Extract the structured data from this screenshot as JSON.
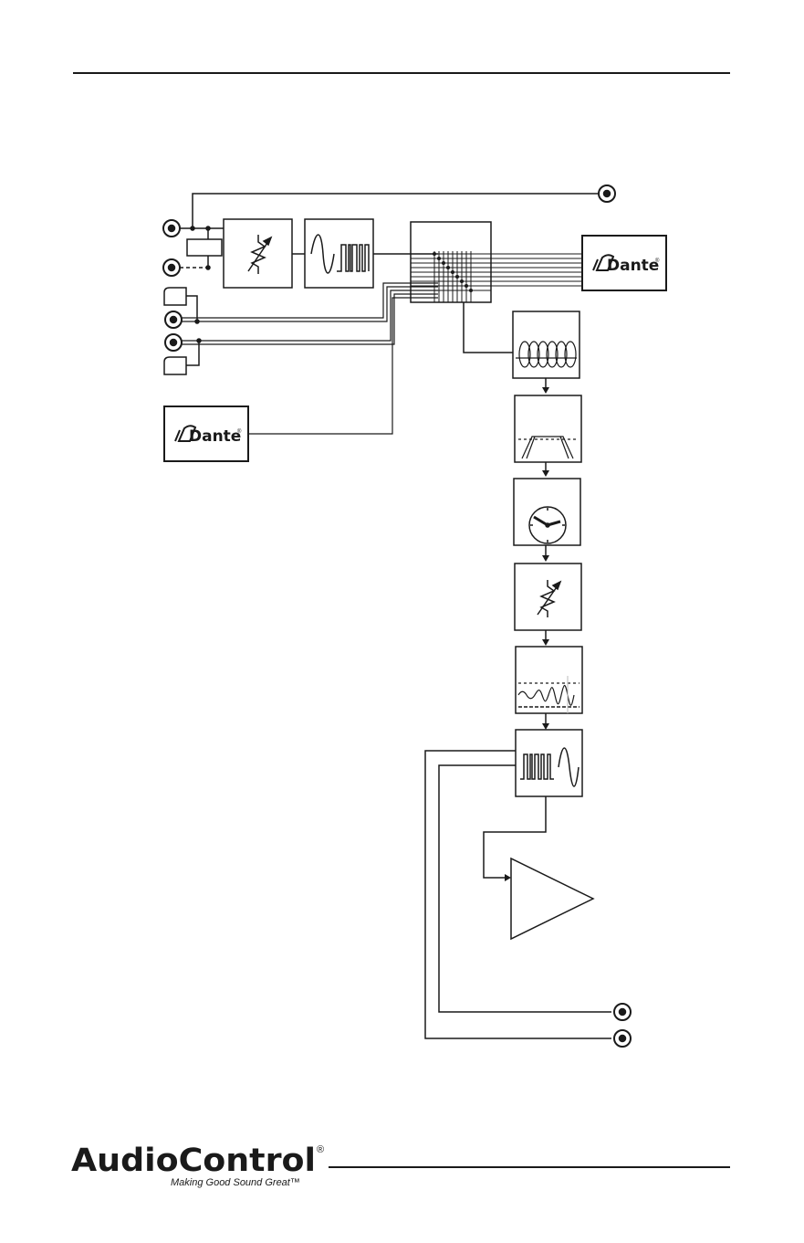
{
  "dante_input": {
    "label": "Dante",
    "reg_mark": "®"
  },
  "dante_output": {
    "label": "Dante",
    "reg_mark": "®"
  },
  "footer": {
    "brand": "AudioControl",
    "reg_mark": "®",
    "tagline": "Making Good Sound Great™"
  },
  "colors": {
    "ink": "#1a1a1a",
    "paper": "#ffffff"
  }
}
